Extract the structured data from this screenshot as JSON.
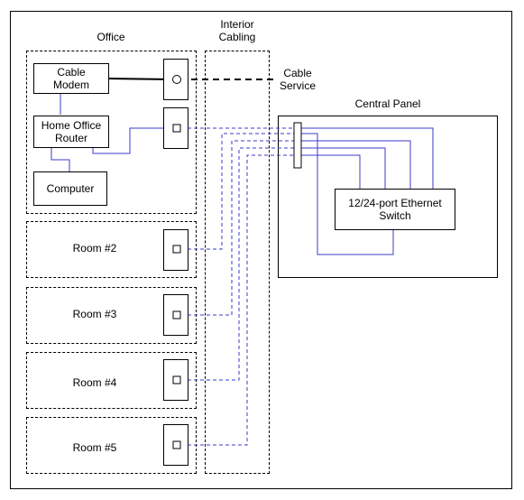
{
  "colors": {
    "ethernet": "#3b3bcc",
    "cable": "#000000",
    "border": "#000000",
    "background": "#ffffff"
  },
  "labels": {
    "office": "Office",
    "interior_cabling": "Interior\nCabling",
    "cable_service": "Cable\nService",
    "central_panel": "Central Panel"
  },
  "devices": {
    "cable_modem": "Cable\nModem",
    "router": "Home Office\nRouter",
    "computer": "Computer",
    "switch": "12/24-port Ethernet\nSwitch"
  },
  "rooms": [
    {
      "label": "Room #2"
    },
    {
      "label": "Room #3"
    },
    {
      "label": "Room #4"
    },
    {
      "label": "Room #5"
    }
  ]
}
